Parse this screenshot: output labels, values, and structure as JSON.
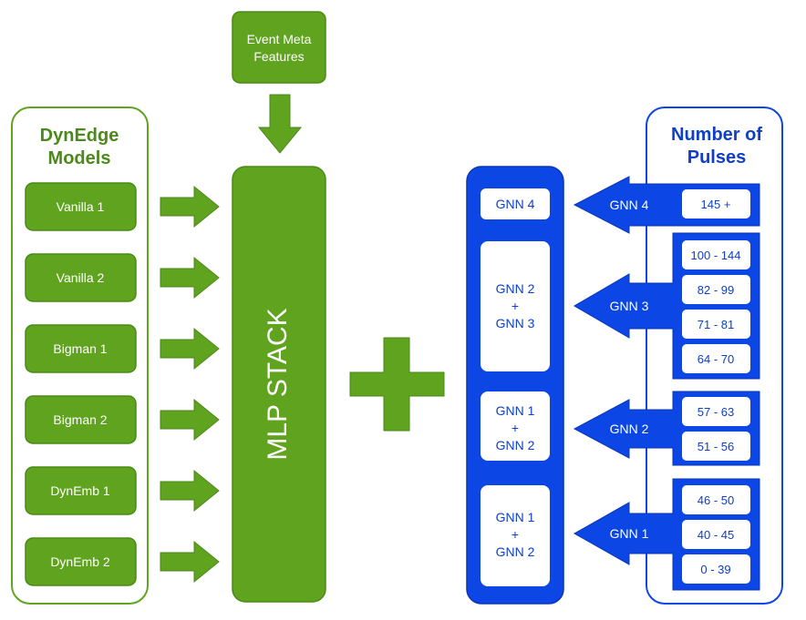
{
  "colors": {
    "green": "#5fa31f",
    "green_dark": "#4a8a17",
    "green_text": "#4b8a1a",
    "blue": "#0c47e6",
    "blue_dark": "#0a36b4",
    "blue_text": "#0d3fc9",
    "white": "#ffffff"
  },
  "left_panel": {
    "title_line1": "DynEdge",
    "title_line2": "Models",
    "models": [
      "Vanilla 1",
      "Vanilla 2",
      "Bigman 1",
      "Bigman 2",
      "DynEmb 1",
      "DynEmb 2"
    ]
  },
  "meta": {
    "line1": "Event Meta",
    "line2": "Features"
  },
  "stack": {
    "label": "MLP STACK"
  },
  "gnn_column": {
    "boxes": [
      {
        "lines": [
          "GNN 4"
        ]
      },
      {
        "lines": [
          "GNN 2",
          "+",
          "GNN 3"
        ]
      },
      {
        "lines": [
          "GNN 1",
          "+",
          "GNN 2"
        ]
      },
      {
        "lines": [
          "GNN 1",
          "+",
          "GNN 2"
        ]
      }
    ]
  },
  "right_panel": {
    "title_line1": "Number of",
    "title_line2": "Pulses",
    "groups": [
      {
        "gnn": "GNN 4",
        "ranges": [
          "145 +"
        ]
      },
      {
        "gnn": "GNN 3",
        "ranges": [
          "100 - 144",
          "82 - 99",
          "71 - 81",
          "64 - 70"
        ]
      },
      {
        "gnn": "GNN 2",
        "ranges": [
          "57 - 63",
          "51 - 56"
        ]
      },
      {
        "gnn": "GNN 1",
        "ranges": [
          "46 - 50",
          "40 - 45",
          "0 - 39"
        ]
      }
    ]
  }
}
